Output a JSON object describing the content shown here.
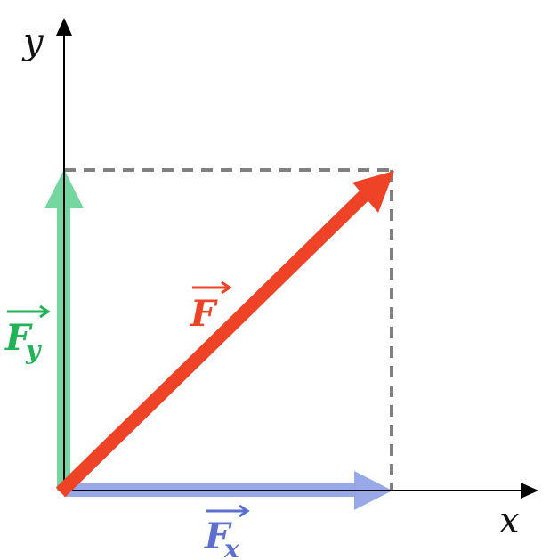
{
  "axes": {
    "x_label": "x",
    "y_label": "y"
  },
  "vectors": {
    "force": {
      "symbol": "F",
      "subscript": "",
      "color": "#ee4327"
    },
    "force_x": {
      "symbol": "F",
      "subscript": "x",
      "color": "#5b70cf",
      "fill": "#93a3e6"
    },
    "force_y": {
      "symbol": "F",
      "subscript": "y",
      "color": "#22b257",
      "fill": "#6fd49a"
    }
  },
  "guides": {
    "color": "#808080"
  }
}
